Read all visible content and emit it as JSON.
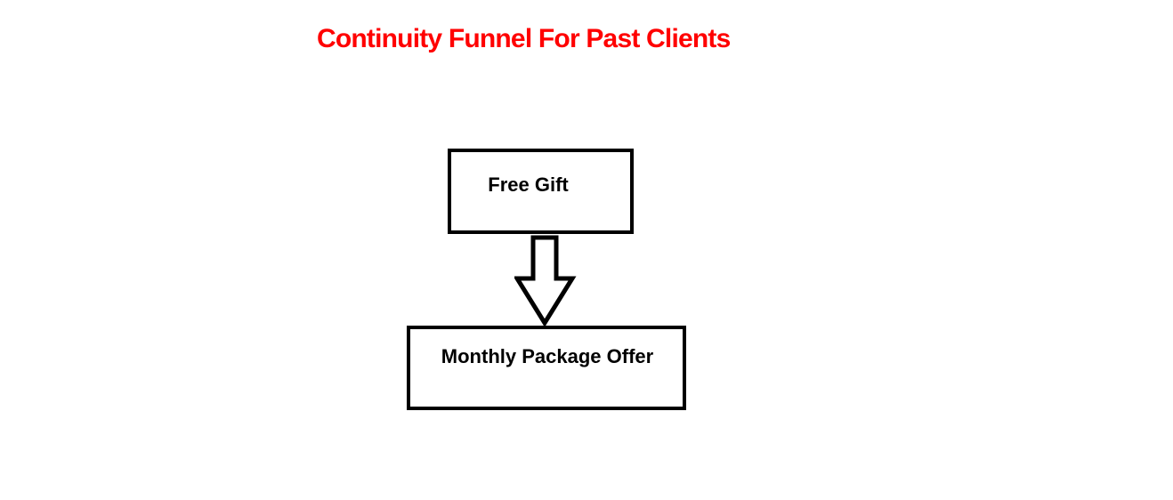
{
  "title": {
    "text": "Continuity Funnel For Past Clients",
    "color": "#ff0000"
  },
  "diagram": {
    "type": "flowchart",
    "nodes": [
      {
        "id": "free-gift",
        "label": "Free Gift"
      },
      {
        "id": "monthly-package-offer",
        "label": "Monthly Package Offer"
      }
    ],
    "connectors": [
      {
        "from": "free-gift",
        "to": "monthly-package-offer",
        "shape": "block-arrow",
        "direction": "down"
      }
    ],
    "colors": {
      "background": "#ffffff",
      "node_border": "#000000",
      "node_fill": "#ffffff",
      "node_text": "#000000",
      "arrow_outline": "#000000",
      "arrow_fill": "#ffffff"
    }
  }
}
